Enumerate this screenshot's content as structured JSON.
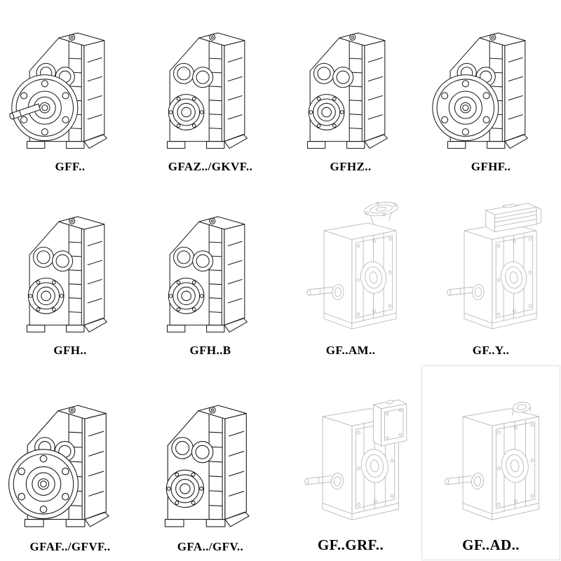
{
  "page": {
    "background": "#ffffff"
  },
  "colors": {
    "ink": "#1b1b1b",
    "light_ink": "#b4b4b4",
    "label": "#000000"
  },
  "cells": [
    {
      "label": "GFF..",
      "variant": "flange-output-shaft",
      "line_style": "solid"
    },
    {
      "label": "GFAZ../GKVF..",
      "variant": "hollow-bore",
      "line_style": "solid"
    },
    {
      "label": "GFHZ..",
      "variant": "hollow-bore",
      "line_style": "solid"
    },
    {
      "label": "GFHF..",
      "variant": "flange-hollow",
      "line_style": "solid"
    },
    {
      "label": "GFH..",
      "variant": "hollow-bore",
      "line_style": "solid"
    },
    {
      "label": "GFH..B",
      "variant": "hollow-bore",
      "line_style": "solid"
    },
    {
      "label": "GF..AM..",
      "variant": "side-input-flange",
      "line_style": "light"
    },
    {
      "label": "GF..Y..",
      "variant": "side-motor",
      "line_style": "light"
    },
    {
      "label": "GFAF../GFVF..",
      "variant": "flange-hollow",
      "line_style": "solid"
    },
    {
      "label": "GFA../GFV..",
      "variant": "hollow-bore",
      "line_style": "solid"
    },
    {
      "label": "GF..GRF..",
      "variant": "side-adapter",
      "line_style": "light"
    },
    {
      "label": "GF..AD..",
      "variant": "side-input-shaft",
      "line_style": "light"
    }
  ]
}
